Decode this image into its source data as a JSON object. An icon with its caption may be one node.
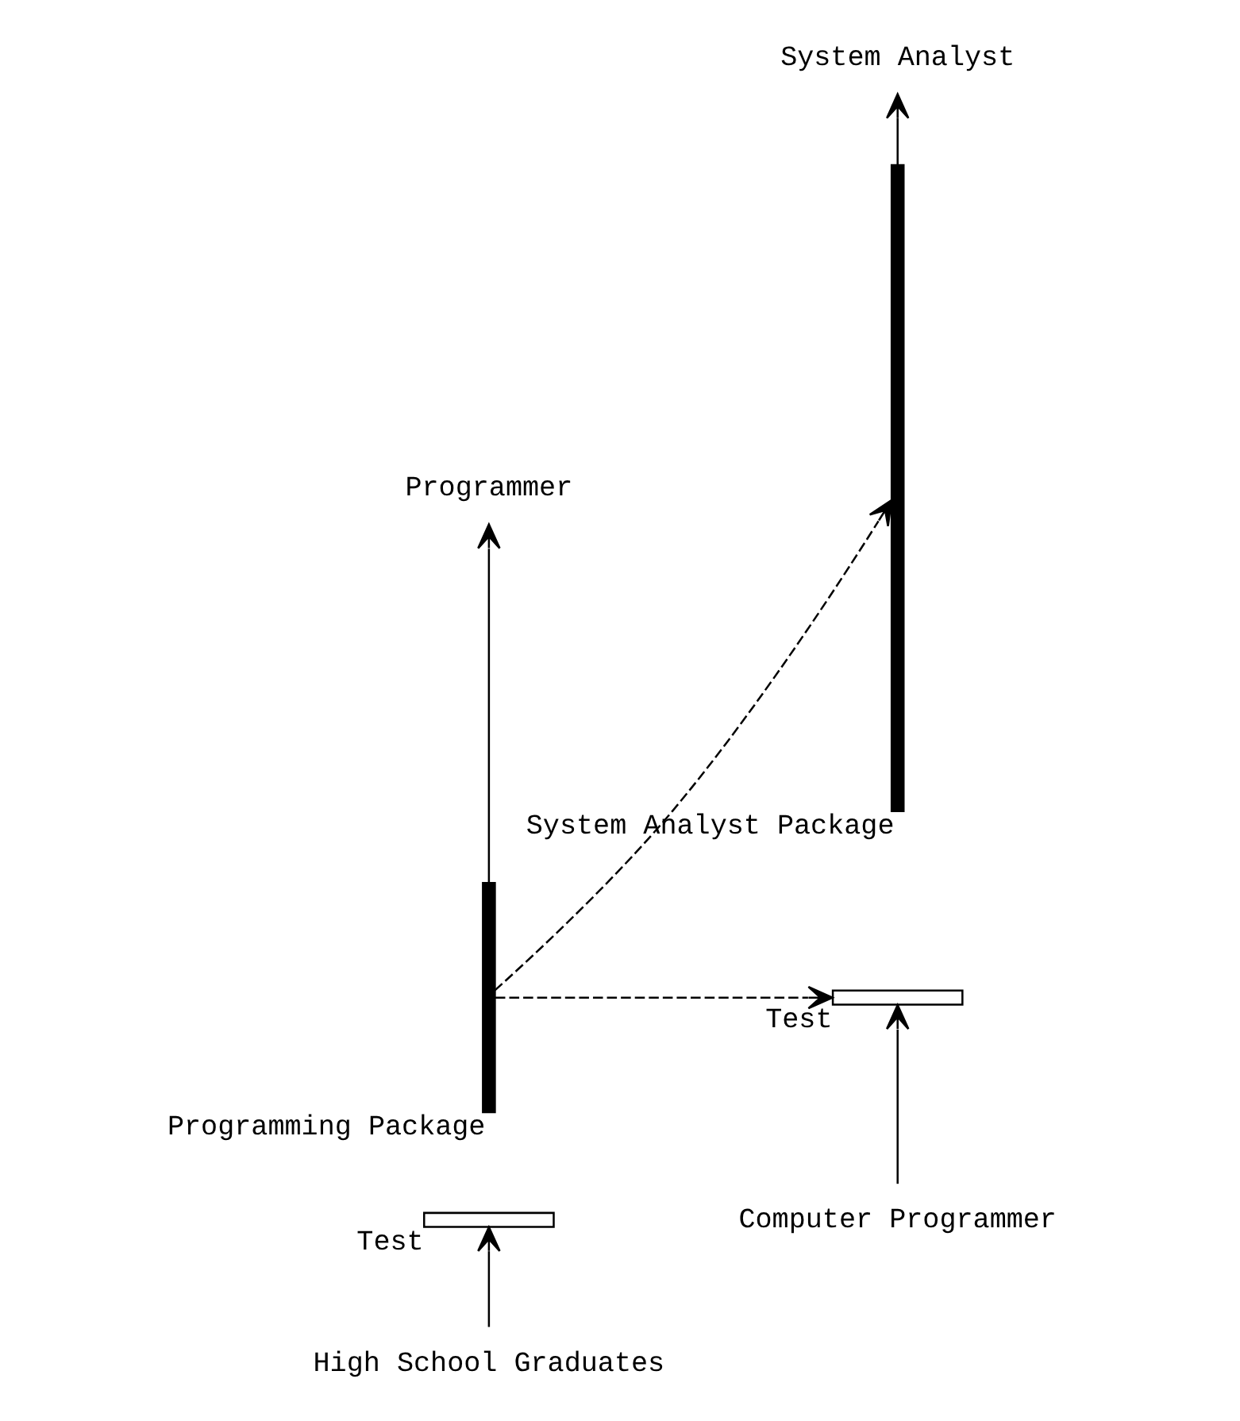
{
  "diagram": {
    "nodes": [
      {
        "text": [
          "System Analyst"
        ]
      },
      {
        "text": [],
        "shape": "bar",
        "beside": [
          "System Analyst Package"
        ]
      },
      {
        "text": [
          "Programmer"
        ]
      },
      {
        "text": [],
        "shape": "bar",
        "beside": [
          "Programming Package"
        ]
      },
      {
        "text": [],
        "shape": "bar",
        "beside": [
          "Test"
        ]
      },
      {
        "text": [
          "Computer Programmer"
        ]
      },
      {
        "text": [],
        "shape": "bar",
        "beside": [
          "Test"
        ]
      },
      {
        "text": [
          "High School Graduates"
        ]
      }
    ],
    "edges": [
      {
        "from": 1,
        "to": 0,
        "arrow": "to"
      },
      {
        "from": 3,
        "to": 2,
        "arrow": "to"
      },
      {
        "from": 3,
        "to": 1,
        "arrow": "to",
        "style": "dashed"
      },
      {
        "from": 3,
        "to": 4,
        "arrow": "to",
        "style": "dashed"
      },
      {
        "from": 5,
        "to": 4,
        "arrow": "to"
      },
      {
        "from": 7,
        "to": 6,
        "arrow": "to"
      }
    ]
  }
}
